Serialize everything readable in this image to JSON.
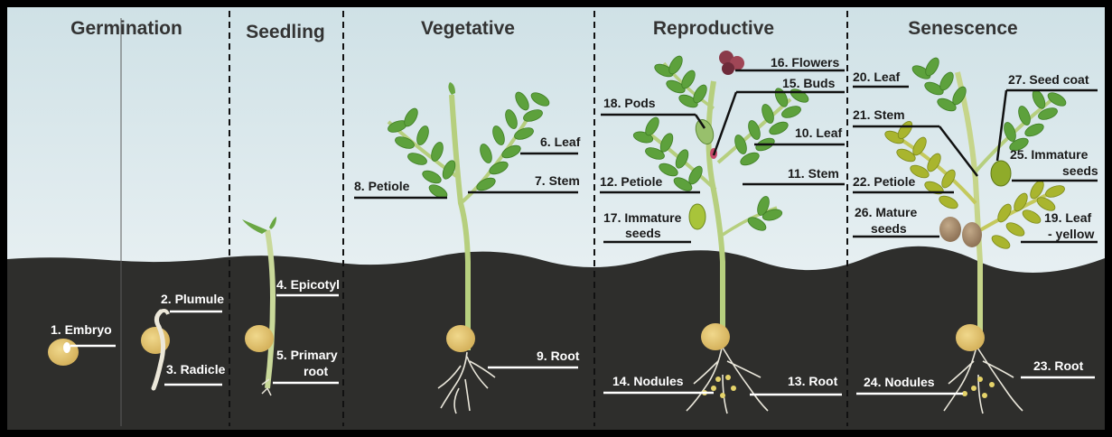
{
  "stages": [
    {
      "key": "germination",
      "title": "Germination"
    },
    {
      "key": "seedling",
      "title": "Seedling"
    },
    {
      "key": "vegetative",
      "title": "Vegetative"
    },
    {
      "key": "reproductive",
      "title": "Reproductive"
    },
    {
      "key": "senescence",
      "title": "Senescence"
    }
  ],
  "labels": {
    "embryo": "1. Embryo",
    "plumule": "2. Plumule",
    "radicle": "3. Radicle",
    "epicotyl": "4. Epicotyl",
    "primary_root_1": "5. Primary",
    "primary_root_2": "root",
    "leaf_6": "6. Leaf",
    "stem_7": "7. Stem",
    "petiole_8": "8. Petiole",
    "root_9": "9. Root",
    "leaf_10": "10. Leaf",
    "stem_11": "11. Stem",
    "petiole_12": "12. Petiole",
    "root_13": "13. Root",
    "nodules_14": "14. Nodules",
    "buds_15": "15. Buds",
    "flowers_16": "16. Flowers",
    "immature_17_1": "17. Immature",
    "immature_17_2": "seeds",
    "pods_18": "18. Pods",
    "leaf_yellow_19_1": "19. Leaf",
    "leaf_yellow_19_2": "- yellow",
    "leaf_20": "20. Leaf",
    "stem_21": "21. Stem",
    "petiole_22": "22. Petiole",
    "root_23": "23. Root",
    "nodules_24": "24. Nodules",
    "immature_25_1": "25. Immature",
    "immature_25_2": "seeds",
    "mature_26_1": "26. Mature",
    "mature_26_2": "seeds",
    "seed_coat_27": "27. Seed coat"
  },
  "colors": {
    "sky_top": "#cfe1e6",
    "sky_bottom": "#f4f8f9",
    "soil": "#2e2e2c",
    "seed": "#e4c677",
    "leaf_green": "#5da13c",
    "leaf_yellow": "#a9b52e",
    "stem": "#b6cf7e",
    "root": "#e9e6da",
    "nodule": "#e5d36a",
    "flower": "#8a3a4a",
    "mature_seed": "#a58a6c"
  }
}
